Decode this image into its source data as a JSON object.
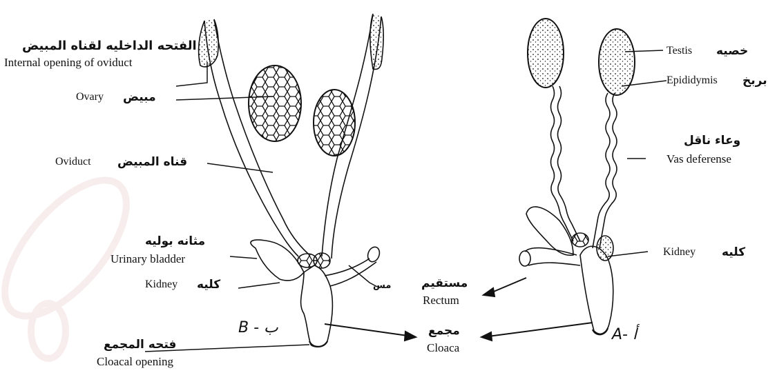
{
  "female": {
    "internal_opening_ar": "الفتحه الداخليه لقناه المبيض",
    "internal_opening_en": "Internal opening of oviduct",
    "ovary_en": "Ovary",
    "ovary_ar": "مبيض",
    "oviduct_en": "Oviduct",
    "oviduct_ar": "قناه المبيض",
    "bladder_ar": "مثانه بوليه",
    "bladder_en": "Urinary bladder",
    "kidney_en": "Kidney",
    "kidney_ar": "كليه",
    "cloacal_opening_ar": "فتحه المجمع",
    "cloacal_opening_en": "Cloacal opening",
    "mark": "B - ب",
    "rectum_mark": "مس"
  },
  "center": {
    "rectum_ar": "مستقيم",
    "rectum_en": "Rectum",
    "cloaca_ar": "مجمع",
    "cloaca_en": "Cloaca"
  },
  "male": {
    "testis_en": "Testis",
    "testis_ar": "خصيه",
    "epididymis_en": "Epididymis",
    "epididymis_ar": "بربخ",
    "vas_ar": "وعاء ناقل",
    "vas_en": "Vas deferense",
    "kidney_en": "Kidney",
    "kidney_ar": "كليه",
    "mark": "A- أ"
  },
  "colors": {
    "ink": "#111111",
    "watermark": "#f3e3e3"
  },
  "icons": [
    "ovary-icon",
    "testis-icon"
  ]
}
